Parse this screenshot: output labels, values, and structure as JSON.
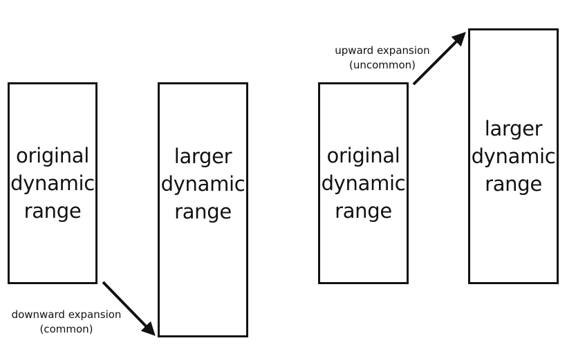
{
  "diagram": {
    "left_panel": {
      "original_box_label": "original\ndynamic\nrange",
      "larger_box_label": "larger\ndynamic\nrange",
      "arrow_label_line1": "downward expansion",
      "arrow_label_line2": "(common)"
    },
    "right_panel": {
      "original_box_label": "original\ndynamic\nrange",
      "larger_box_label": "larger\ndynamic\nrange",
      "arrow_label_line1": "upward expansion",
      "arrow_label_line2": "(uncommon)"
    }
  },
  "colors": {
    "stroke": "#111111",
    "background": "#ffffff"
  }
}
